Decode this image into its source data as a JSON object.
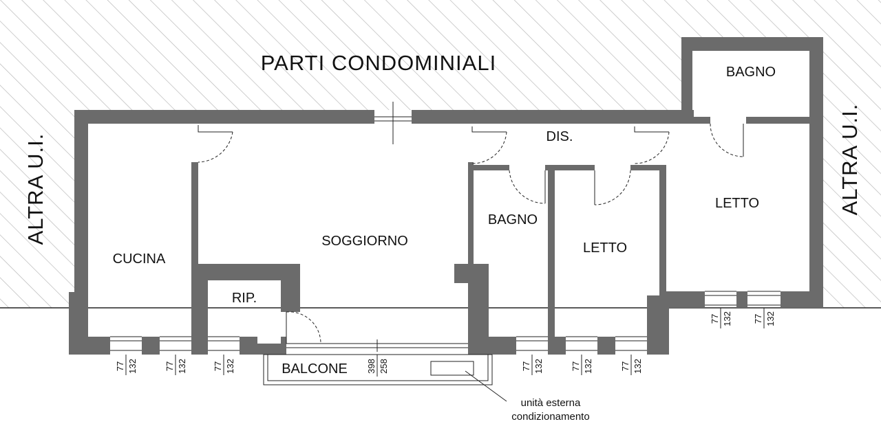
{
  "title": "PARTI CONDOMINIALI",
  "sides": {
    "left": "ALTRA U.I.",
    "right": "ALTRA U.I."
  },
  "rooms": {
    "cucina": "CUCINA",
    "soggiorno": "SOGGIORNO",
    "ripostiglio": "RIP.",
    "disimpegno": "DIS.",
    "bagno_top": "BAGNO",
    "bagno_mid": "BAGNO",
    "letto_mid": "LETTO",
    "letto_right": "LETTO",
    "balcone": "BALCONE"
  },
  "window_dims": {
    "sill": "77",
    "height": "132"
  },
  "balcony_dims": {
    "width": "398",
    "height": "258"
  },
  "note": {
    "line1": "unità esterna",
    "line2": "condizionamento"
  },
  "colors": {
    "wall": "#6b6b6b",
    "hatch": "#b9b9b9",
    "line": "#222222"
  }
}
